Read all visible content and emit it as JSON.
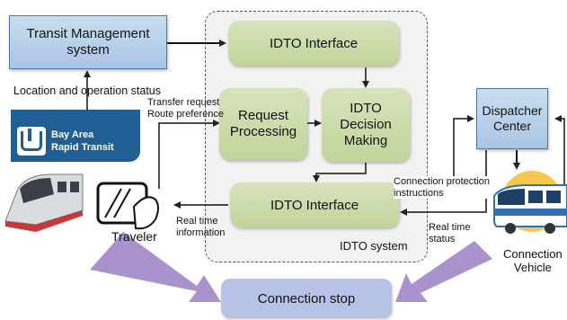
{
  "nodes": {
    "tms": "Transit Management\nsystem",
    "idto_interface_top": "IDTO Interface",
    "request_processing": "Request\nProcessing",
    "decision_making": "IDTO\nDecision\nMaking",
    "idto_interface_bottom": "IDTO Interface",
    "dispatcher": "Dispatcher\nCenter",
    "connection_stop": "Connection stop",
    "idto_system": "IDTO system"
  },
  "bart_logo": {
    "line1": "Bay Area",
    "line2": "Rapid Transit",
    "mark": "BART"
  },
  "labels": {
    "location_status": "Location and operation status",
    "transfer_request": "Transfer request\nRoute preference",
    "connection_protection": "Connection protection\ninstructions",
    "real_time_info": "Real time\ninformation",
    "real_time_status": "Real time\nstatus",
    "traveler": "Traveler",
    "connection_vehicle": "Connection\nVehicle"
  },
  "colors": {
    "green_box": "#c9d9a8",
    "blue_box": "#b8d2ec",
    "bart_blue": "#1f5f93",
    "big_arrow": "#9b7fc4",
    "stop_fill": "#b6c2e6"
  }
}
